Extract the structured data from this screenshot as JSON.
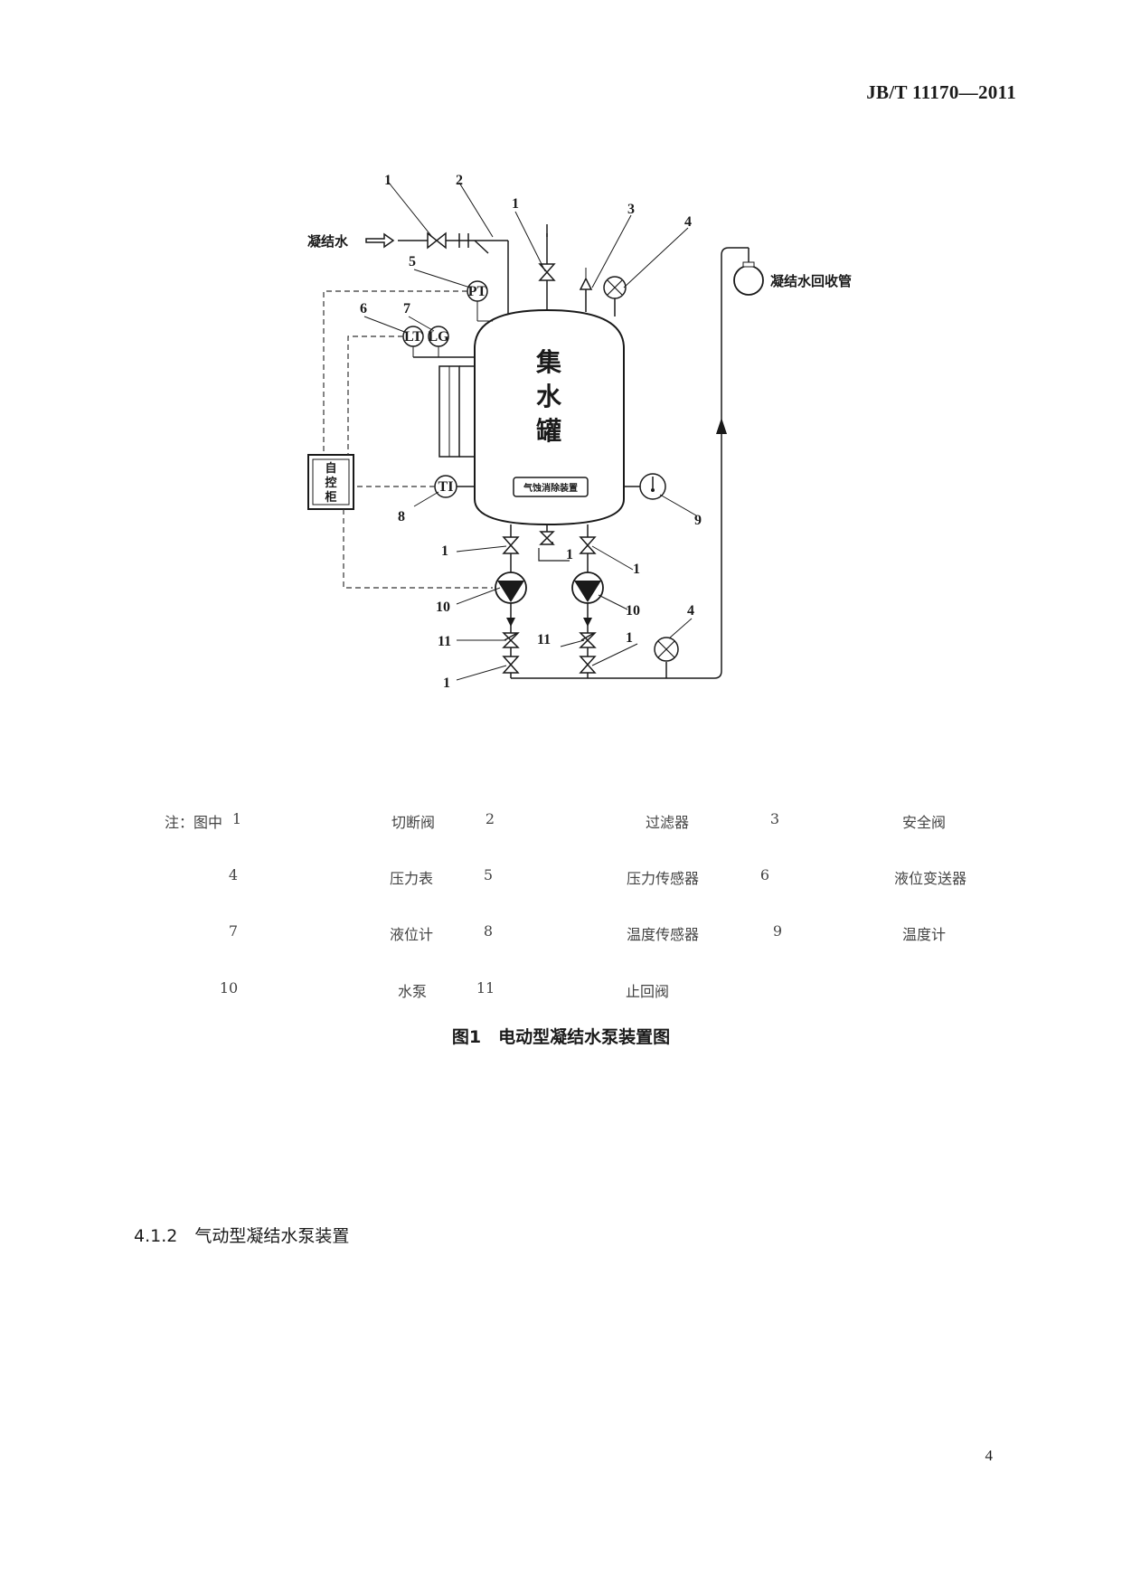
{
  "header": {
    "standard_code": "JB/T 11170—2011"
  },
  "diagram": {
    "tank_label": [
      "集",
      "水",
      "罐"
    ],
    "deaerator_label": "气蚀消除装置",
    "control_cabinet_label": [
      "自",
      "控",
      "柜"
    ],
    "inlet_label": "凝结水",
    "return_label": "凝结水回收管",
    "instruments": {
      "pt": "PT",
      "lt": "LT",
      "lg": "LG",
      "ti": "TI"
    },
    "callouts": {
      "c1a": "1",
      "c2": "2",
      "c1b": "1",
      "c3": "3",
      "c4a": "4",
      "c5": "5",
      "c6": "6",
      "c7": "7",
      "c8": "8",
      "c9": "9",
      "c1c": "1",
      "c1d": "1",
      "c1e": "1",
      "c10a": "10",
      "c10b": "10",
      "c11a": "11",
      "c11b": "11",
      "c1f": "1",
      "c4b": "4",
      "c1g": "1"
    }
  },
  "notes": {
    "prefix": "注：图中",
    "items": [
      {
        "num": "1",
        "name": "切断阀"
      },
      {
        "num": "2",
        "name": "过滤器"
      },
      {
        "num": "3",
        "name": "安全阀"
      },
      {
        "num": "4",
        "name": "压力表"
      },
      {
        "num": "5",
        "name": "压力传感器"
      },
      {
        "num": "6",
        "name": "液位变送器"
      },
      {
        "num": "7",
        "name": "液位计"
      },
      {
        "num": "8",
        "name": "温度传感器"
      },
      {
        "num": "9",
        "name": "温度计"
      },
      {
        "num": "10",
        "name": "水泵"
      },
      {
        "num": "11",
        "name": "止回阀"
      }
    ]
  },
  "figure_caption": "图1　电动型凝结水泵装置图",
  "section_heading": "4.1.2　气动型凝结水泵装置",
  "page_number": "4"
}
